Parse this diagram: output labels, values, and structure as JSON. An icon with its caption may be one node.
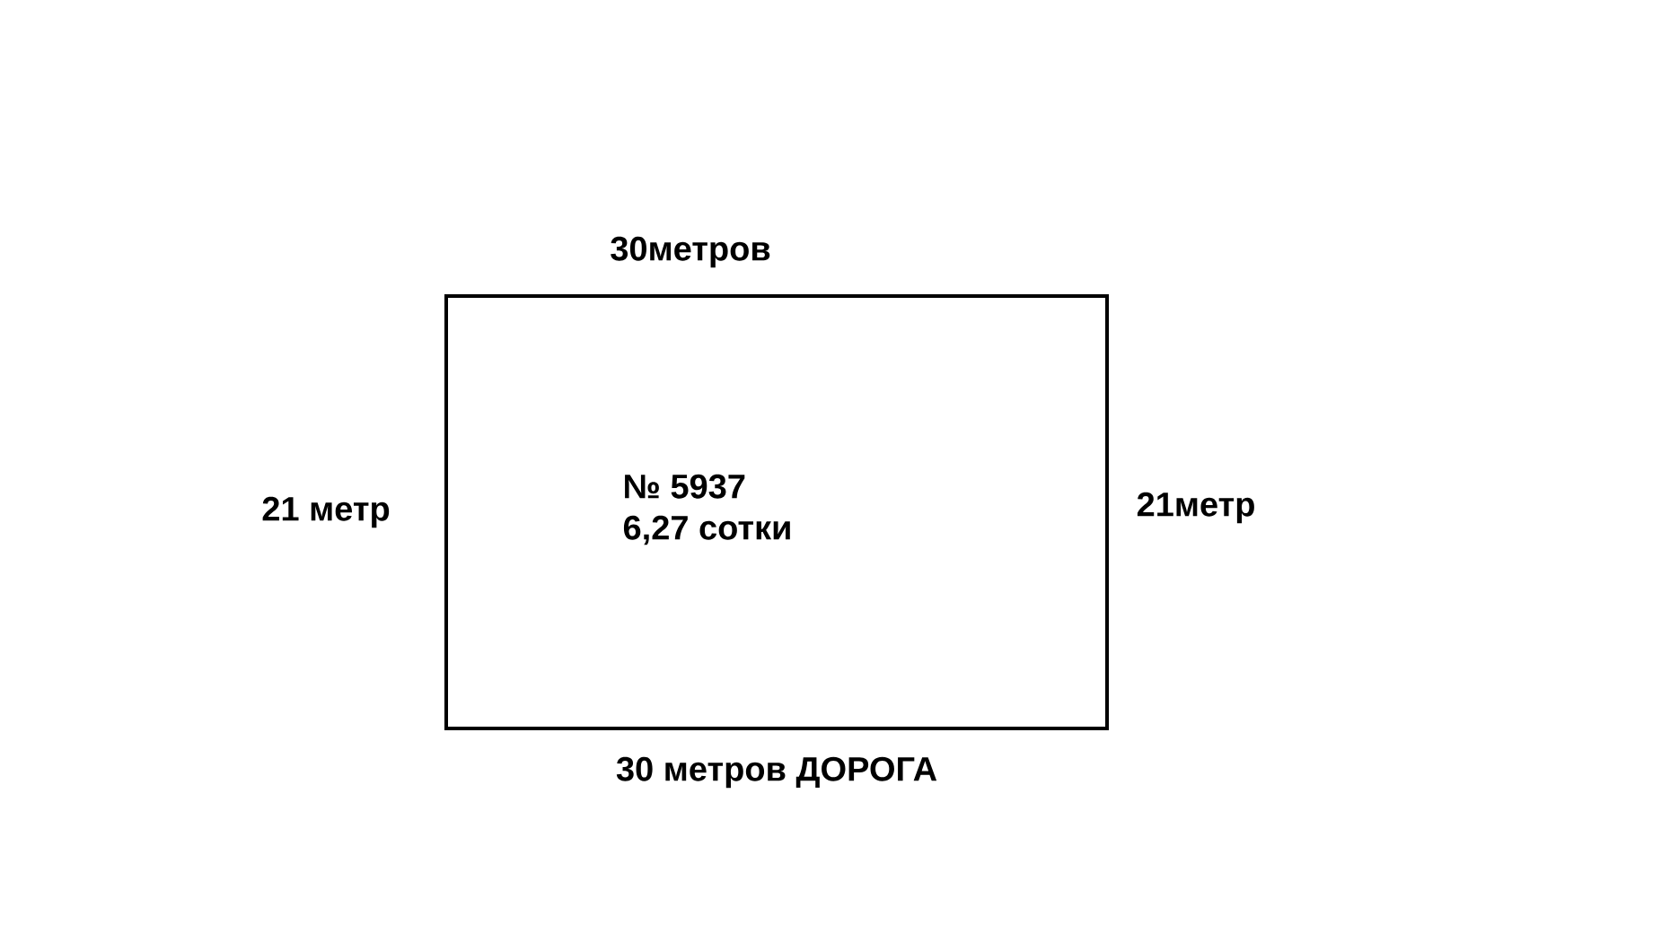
{
  "diagram": {
    "nodes": [
      {
        "text": [
          "№ 5937",
          "6,27 сотки"
        ]
      }
    ],
    "labels": [
      "30метров",
      "21 метр",
      "21метр",
      "30 метров ДОРОГА"
    ]
  }
}
